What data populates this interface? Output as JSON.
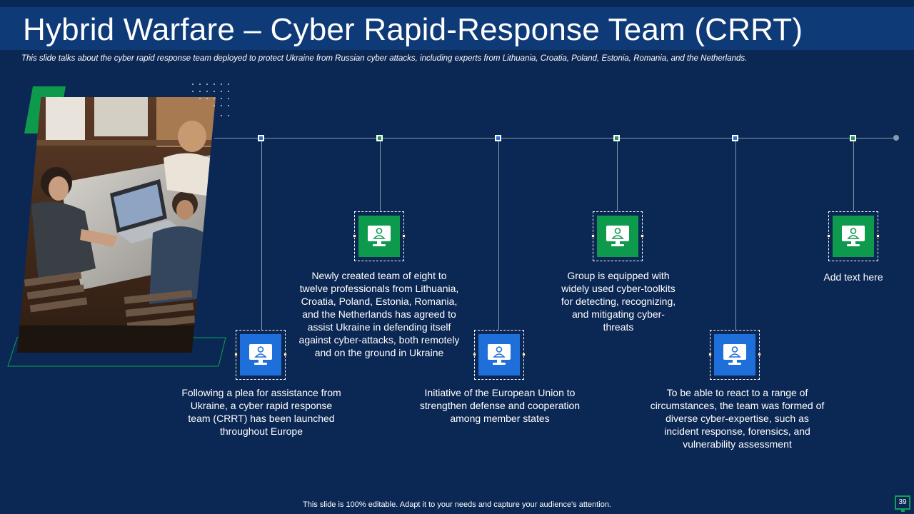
{
  "slide": {
    "title": "Hybrid Warfare – Cyber Rapid-Response Team (CRRT)",
    "subtitle": "This slide talks about the cyber rapid response team deployed to protect Ukraine from Russian cyber attacks, including experts from Lithuania, Croatia, Poland, Estonia, Romania, and the Netherlands.",
    "footer": "This slide is 100% editable. Adapt it to your needs and capture your audience's attention.",
    "page_number": "39"
  },
  "colors": {
    "background": "#0b2753",
    "title_bar": "#0f3a78",
    "blue_accent": "#1e6fd9",
    "green_accent": "#0e9a4c"
  },
  "timeline": {
    "items": [
      {
        "color": "blue",
        "icon": "computer-user-icon",
        "text": "Following a plea for assistance from Ukraine, a cyber rapid response team (CRRT) has been launched throughout Europe"
      },
      {
        "color": "green",
        "icon": "computer-user-icon",
        "text": "Newly created team of eight to twelve professionals from Lithuania, Croatia, Poland, Estonia, Romania, and the Netherlands has agreed to assist Ukraine in defending itself against cyber-attacks, both remotely and on the ground in Ukraine"
      },
      {
        "color": "blue",
        "icon": "computer-user-icon",
        "text": "Initiative of the European Union to strengthen defense and cooperation among member states"
      },
      {
        "color": "green",
        "icon": "computer-user-icon",
        "text": "Group is equipped with widely used cyber-toolkits for detecting, recognizing, and mitigating cyber-threats"
      },
      {
        "color": "blue",
        "icon": "computer-user-icon",
        "text": "To be able to react to a range of circumstances, the team was formed of diverse cyber-expertise, such as incident response, forensics, and vulnerability assessment"
      },
      {
        "color": "green",
        "icon": "computer-user-icon",
        "text": "Add text here"
      }
    ]
  }
}
